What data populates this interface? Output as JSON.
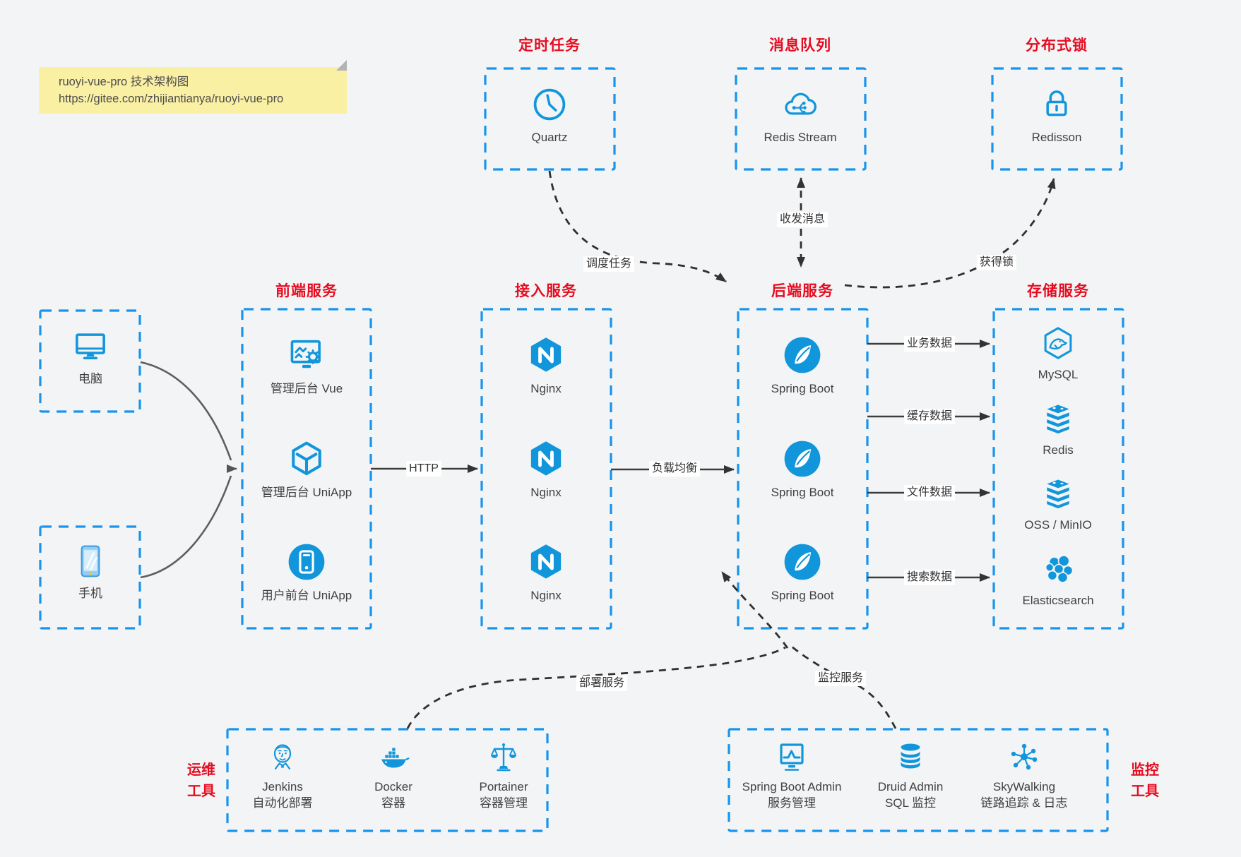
{
  "note": {
    "line1": "ruoyi-vue-pro 技术架构图",
    "line2": "https://gitee.com/zhijiantianya/ruoyi-vue-pro"
  },
  "top_groups": [
    {
      "title": "定时任务",
      "items": [
        {
          "icon": "clock-icon",
          "label": "Quartz"
        }
      ]
    },
    {
      "title": "消息队列",
      "items": [
        {
          "icon": "mq-cloud-icon",
          "label": "Redis Stream"
        }
      ]
    },
    {
      "title": "分布式锁",
      "items": [
        {
          "icon": "lock-icon",
          "label": "Redisson"
        }
      ]
    }
  ],
  "clients": [
    {
      "icon": "desktop-icon",
      "label": "电脑"
    },
    {
      "icon": "phone-icon",
      "label": "手机"
    }
  ],
  "columns": [
    {
      "title": "前端服务",
      "items": [
        {
          "icon": "admin-vue-icon",
          "label": "管理后台 Vue"
        },
        {
          "icon": "uniapp-cube-icon",
          "label": "管理后台 UniApp"
        },
        {
          "icon": "mobile-app-icon",
          "label": "用户前台 UniApp"
        }
      ]
    },
    {
      "title": "接入服务",
      "items": [
        {
          "icon": "nginx-icon",
          "label": "Nginx"
        },
        {
          "icon": "nginx-icon",
          "label": "Nginx"
        },
        {
          "icon": "nginx-icon",
          "label": "Nginx"
        }
      ]
    },
    {
      "title": "后端服务",
      "items": [
        {
          "icon": "spring-boot-icon",
          "label": "Spring Boot"
        },
        {
          "icon": "spring-boot-icon",
          "label": "Spring Boot"
        },
        {
          "icon": "spring-boot-icon",
          "label": "Spring Boot"
        }
      ]
    },
    {
      "title": "存储服务",
      "items": [
        {
          "icon": "mysql-icon",
          "label": "MySQL"
        },
        {
          "icon": "redis-icon",
          "label": "Redis"
        },
        {
          "icon": "oss-minio-icon",
          "label": "OSS / MinIO"
        },
        {
          "icon": "elasticsearch-icon",
          "label": "Elasticsearch"
        }
      ]
    }
  ],
  "bottom_groups": [
    {
      "side_label1": "运维",
      "side_label2": "工具",
      "items": [
        {
          "icon": "jenkins-icon",
          "label": "Jenkins",
          "sublabel": "自动化部署"
        },
        {
          "icon": "docker-icon",
          "label": "Docker",
          "sublabel": "容器"
        },
        {
          "icon": "portainer-icon",
          "label": "Portainer",
          "sublabel": "容器管理"
        }
      ]
    },
    {
      "side_label1": "监控",
      "side_label2": "工具",
      "items": [
        {
          "icon": "sba-icon",
          "label": "Spring Boot Admin",
          "sublabel": "服务管理"
        },
        {
          "icon": "druid-icon",
          "label": "Druid Admin",
          "sublabel": "SQL 监控"
        },
        {
          "icon": "skywalking-icon",
          "label": "SkyWalking",
          "sublabel": "链路追踪 & 日志"
        }
      ]
    }
  ],
  "edges": {
    "http": "HTTP",
    "load_balance": "负载均衡",
    "business_data": "业务数据",
    "cache_data": "缓存数据",
    "file_data": "文件数据",
    "search_data": "搜索数据",
    "schedule_task": "调度任务",
    "send_receive_message": "收发消息",
    "acquire_lock": "获得锁",
    "deploy_service": "部署服务",
    "monitor_service": "监控服务"
  },
  "colors": {
    "background": "#f3f4f5",
    "box_border_blue": "#1794ec",
    "icon_blue": "#1296db",
    "title_red": "#e60c21",
    "note_bg": "#faf0a4",
    "arrow_dark": "#3c3c3c",
    "client_arrow_gray": "#5e5e5e"
  }
}
